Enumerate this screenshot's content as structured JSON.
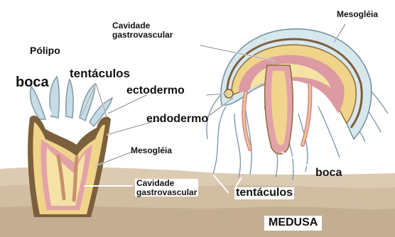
{
  "figure": {
    "labels": {
      "polipo": "Pólipo",
      "boca_polipo": "boca",
      "tentaculos_polipo": "tentáculos",
      "ectodermo": "ectodermo",
      "endodermo": "endodermo",
      "mesogleia_polipo": "Mesogléia",
      "cavidade_polipo_line1": "Cavidade",
      "cavidade_polipo_line2": "gastrovascular",
      "cavidade_medusa_line1": "Cavidade",
      "cavidade_medusa_line2": "gastrovascular",
      "mesogleia_medusa": "Mesogléia",
      "boca_medusa": "boca",
      "tentaculos_medusa": "tentáculos",
      "medusa": "MEDUSA"
    },
    "colors": {
      "ectoderm": "#8a6d3b",
      "endoderm": "#d98e98",
      "mesoglea": "#efd58a",
      "cavity": "#f5e6a8",
      "tentacle": "#c9dde6",
      "ground": "#d4c4ad"
    }
  }
}
